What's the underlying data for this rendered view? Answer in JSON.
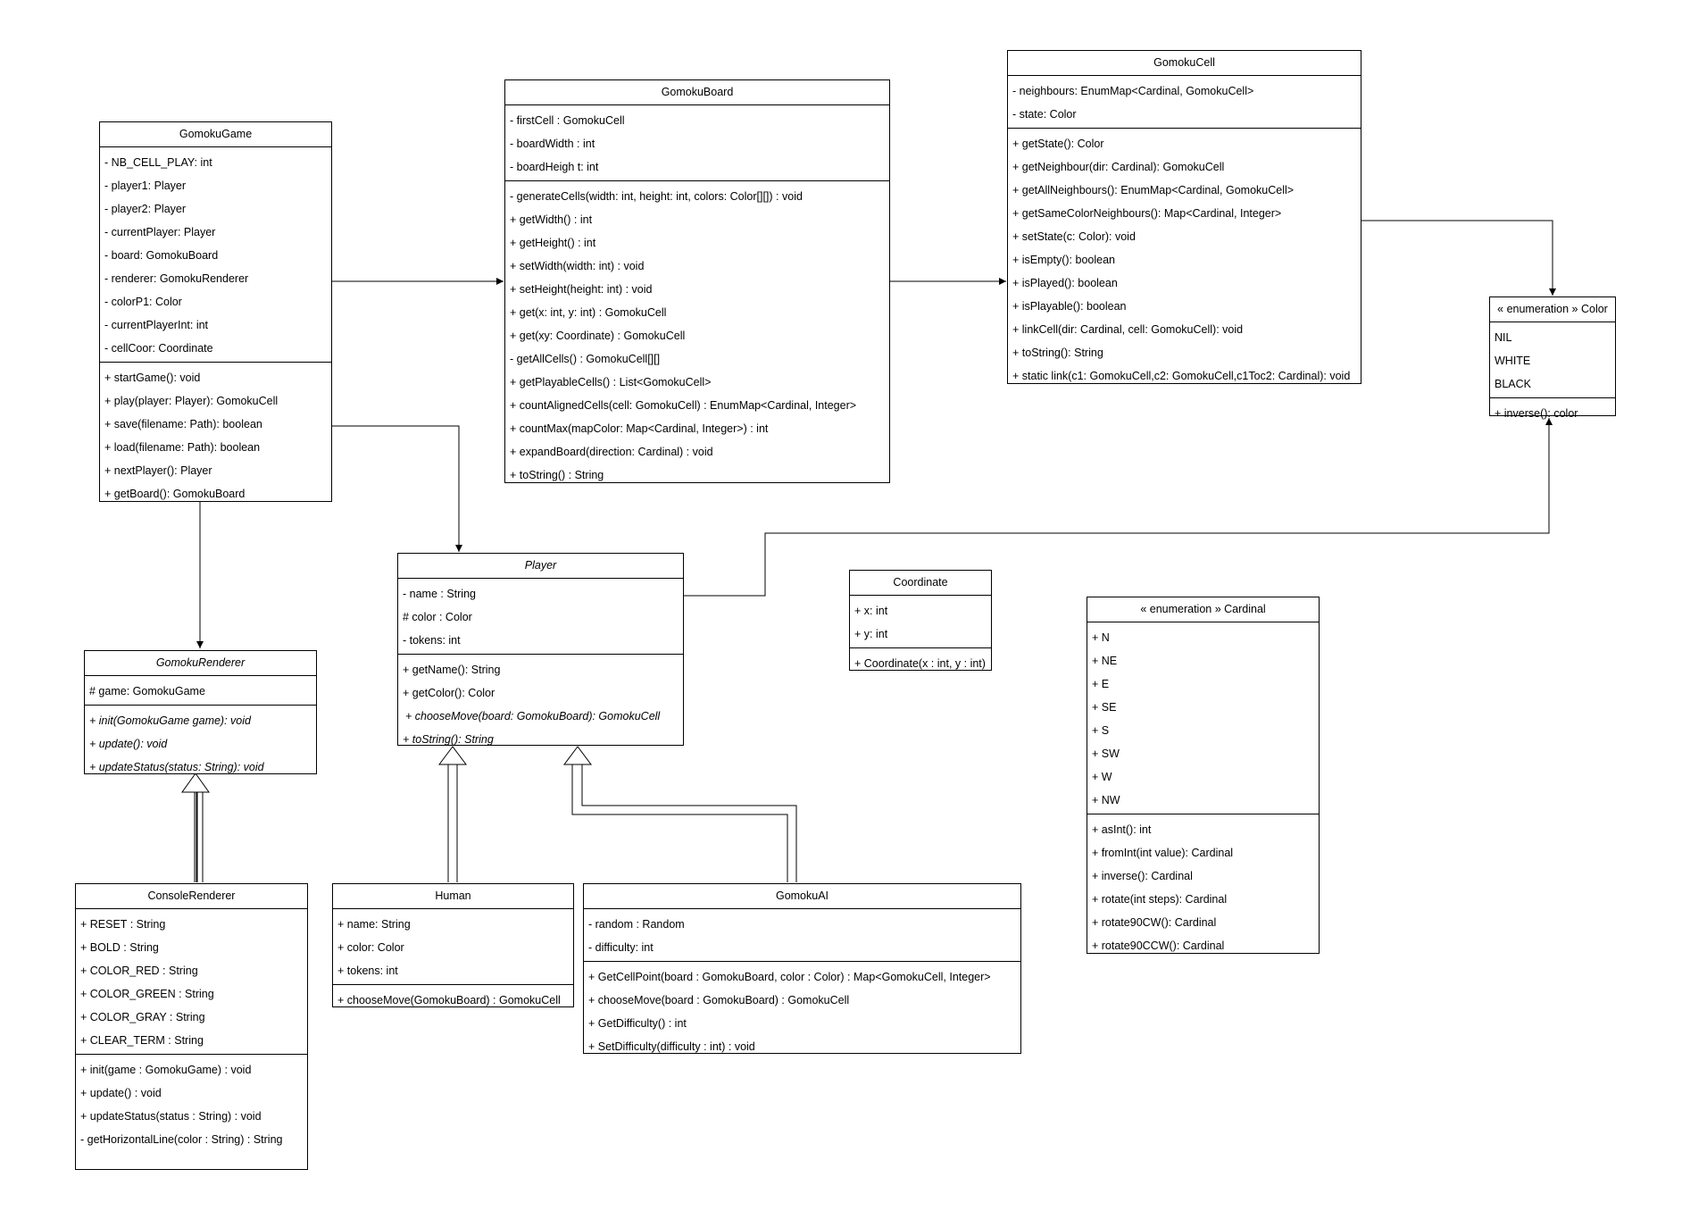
{
  "classes": {
    "gomoku_game": {
      "name": "GomokuGame",
      "attributes": [
        "- NB_CELL_PLAY: int",
        "- player1: Player",
        "- player2: Player",
        "- currentPlayer: Player",
        "- board: GomokuBoard",
        "- renderer: GomokuRenderer",
        "- colorP1: Color",
        "- currentPlayerInt: int",
        "- cellCoor: Coordinate"
      ],
      "methods": [
        "+ startGame(): void",
        "+ play(player: Player): GomokuCell",
        "+ save(filename: Path): boolean",
        "+ load(filename: Path): boolean",
        "+ nextPlayer(): Player",
        "+ getBoard(): GomokuBoard"
      ]
    },
    "gomoku_board": {
      "name": "GomokuBoard",
      "attributes": [
        "- firstCell : GomokuCell",
        "- boardWidth : int",
        "- boardHeigh t: int"
      ],
      "methods": [
        "- generateCells(width: int, height: int, colors: Color[][]) : void",
        "+ getWidth() : int",
        "+ getHeight() : int",
        "+ setWidth(width: int) : void",
        "+ setHeight(height: int) : void",
        "+ get(x: int, y: int) : GomokuCell",
        "+ get(xy: Coordinate) : GomokuCell",
        "- getAllCells() : GomokuCell[][]",
        "+ getPlayableCells() : List<GomokuCell>",
        "+ countAlignedCells(cell: GomokuCell) : EnumMap<Cardinal, Integer>",
        "+ countMax(mapColor: Map<Cardinal, Integer>) : int",
        "+ expandBoard(direction: Cardinal) : void",
        "+ toString() : String"
      ]
    },
    "gomoku_cell": {
      "name": "GomokuCell",
      "attributes": [
        "- neighbours: EnumMap<Cardinal, GomokuCell>",
        "- state: Color"
      ],
      "methods": [
        "+ getState(): Color",
        "+ getNeighbour(dir: Cardinal): GomokuCell",
        "+ getAllNeighbours(): EnumMap<Cardinal, GomokuCell>",
        "+ getSameColorNeighbours(): Map<Cardinal, Integer>",
        "+ setState(c: Color): void",
        "+ isEmpty(): boolean",
        "+ isPlayed(): boolean",
        "+ isPlayable(): boolean",
        "+ linkCell(dir: Cardinal, cell: GomokuCell): void",
        "+ toString(): String",
        "+ static link(c1: GomokuCell,c2: GomokuCell,c1Toc2: Cardinal): void"
      ]
    },
    "color_enum": {
      "name": "« enumeration » Color",
      "attributes": [
        "NIL",
        "WHITE",
        "BLACK"
      ],
      "methods": [
        "+ inverse(): color"
      ]
    },
    "player": {
      "name": "Player",
      "attributes": [
        "- name : String",
        "# color : Color",
        "- tokens: int"
      ],
      "methods": [
        "+ getName(): String",
        "+ getColor(): Color",
        "+ chooseMove(board: GomokuBoard): GomokuCell",
        "+ toString(): String"
      ]
    },
    "coordinate": {
      "name": "Coordinate",
      "attributes": [
        "+ x: int",
        "+ y: int"
      ],
      "methods": [
        "+ Coordinate(x : int, y : int)"
      ]
    },
    "cardinal_enum": {
      "name": "« enumeration » Cardinal",
      "attributes": [
        "+ N",
        "+ NE",
        "+ E",
        "+ SE",
        "+ S",
        "+ SW",
        "+ W",
        "+ NW"
      ],
      "methods": [
        "+ asInt(): int",
        "+ fromInt(int value): Cardinal",
        "+ inverse(): Cardinal",
        "+ rotate(int steps): Cardinal",
        "+ rotate90CW(): Cardinal",
        "+ rotate90CCW(): Cardinal"
      ]
    },
    "gomoku_renderer": {
      "name": "GomokuRenderer",
      "attributes": [
        "# game: GomokuGame"
      ],
      "methods": [
        "+ init(GomokuGame game): void",
        "+ update(): void",
        "+ updateStatus(status: String): void"
      ]
    },
    "console_renderer": {
      "name": "ConsoleRenderer",
      "attributes": [
        "+ RESET : String",
        "+ BOLD : String",
        "+ COLOR_RED : String",
        "+ COLOR_GREEN : String",
        "+ COLOR_GRAY : String",
        "+ CLEAR_TERM : String"
      ],
      "methods": [
        "+ init(game : GomokuGame) : void",
        "+ update() : void",
        "+ updateStatus(status : String) : void",
        "- getHorizontalLine(color : String) : String"
      ]
    },
    "human": {
      "name": "Human",
      "attributes": [
        "+ name: String",
        "+ color: Color",
        "+ tokens: int"
      ],
      "methods": [
        "+ chooseMove(GomokuBoard) : GomokuCell"
      ]
    },
    "gomoku_ai": {
      "name": "GomokuAI",
      "attributes": [
        "- random : Random",
        "- difficulty: int"
      ],
      "methods": [
        "+ GetCellPoint(board : GomokuBoard, color : Color) : Map<GomokuCell, Integer>",
        "+ chooseMove(board : GomokuBoard) : GomokuCell",
        "+ GetDifficulty() : int",
        "+ SetDifficulty(difficulty : int) : void"
      ]
    }
  }
}
